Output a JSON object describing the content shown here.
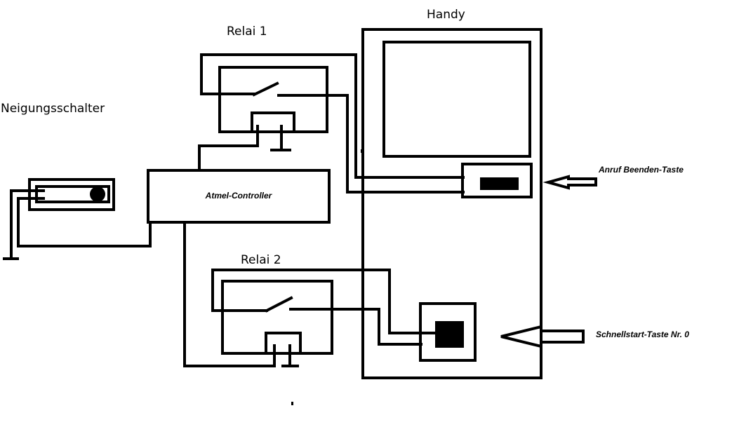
{
  "labels": {
    "phone": "Handy",
    "relay1": "Relai 1",
    "relay2": "Relai 2",
    "tilt_switch": "Neigungsschalter",
    "controller": "Atmel-Controller",
    "end_call_key": "Anruf Beenden-Taste",
    "speed_dial_key": "Schnellstart-Taste Nr. 0"
  },
  "colors": {
    "ink": "#000000",
    "background": "#ffffff"
  }
}
